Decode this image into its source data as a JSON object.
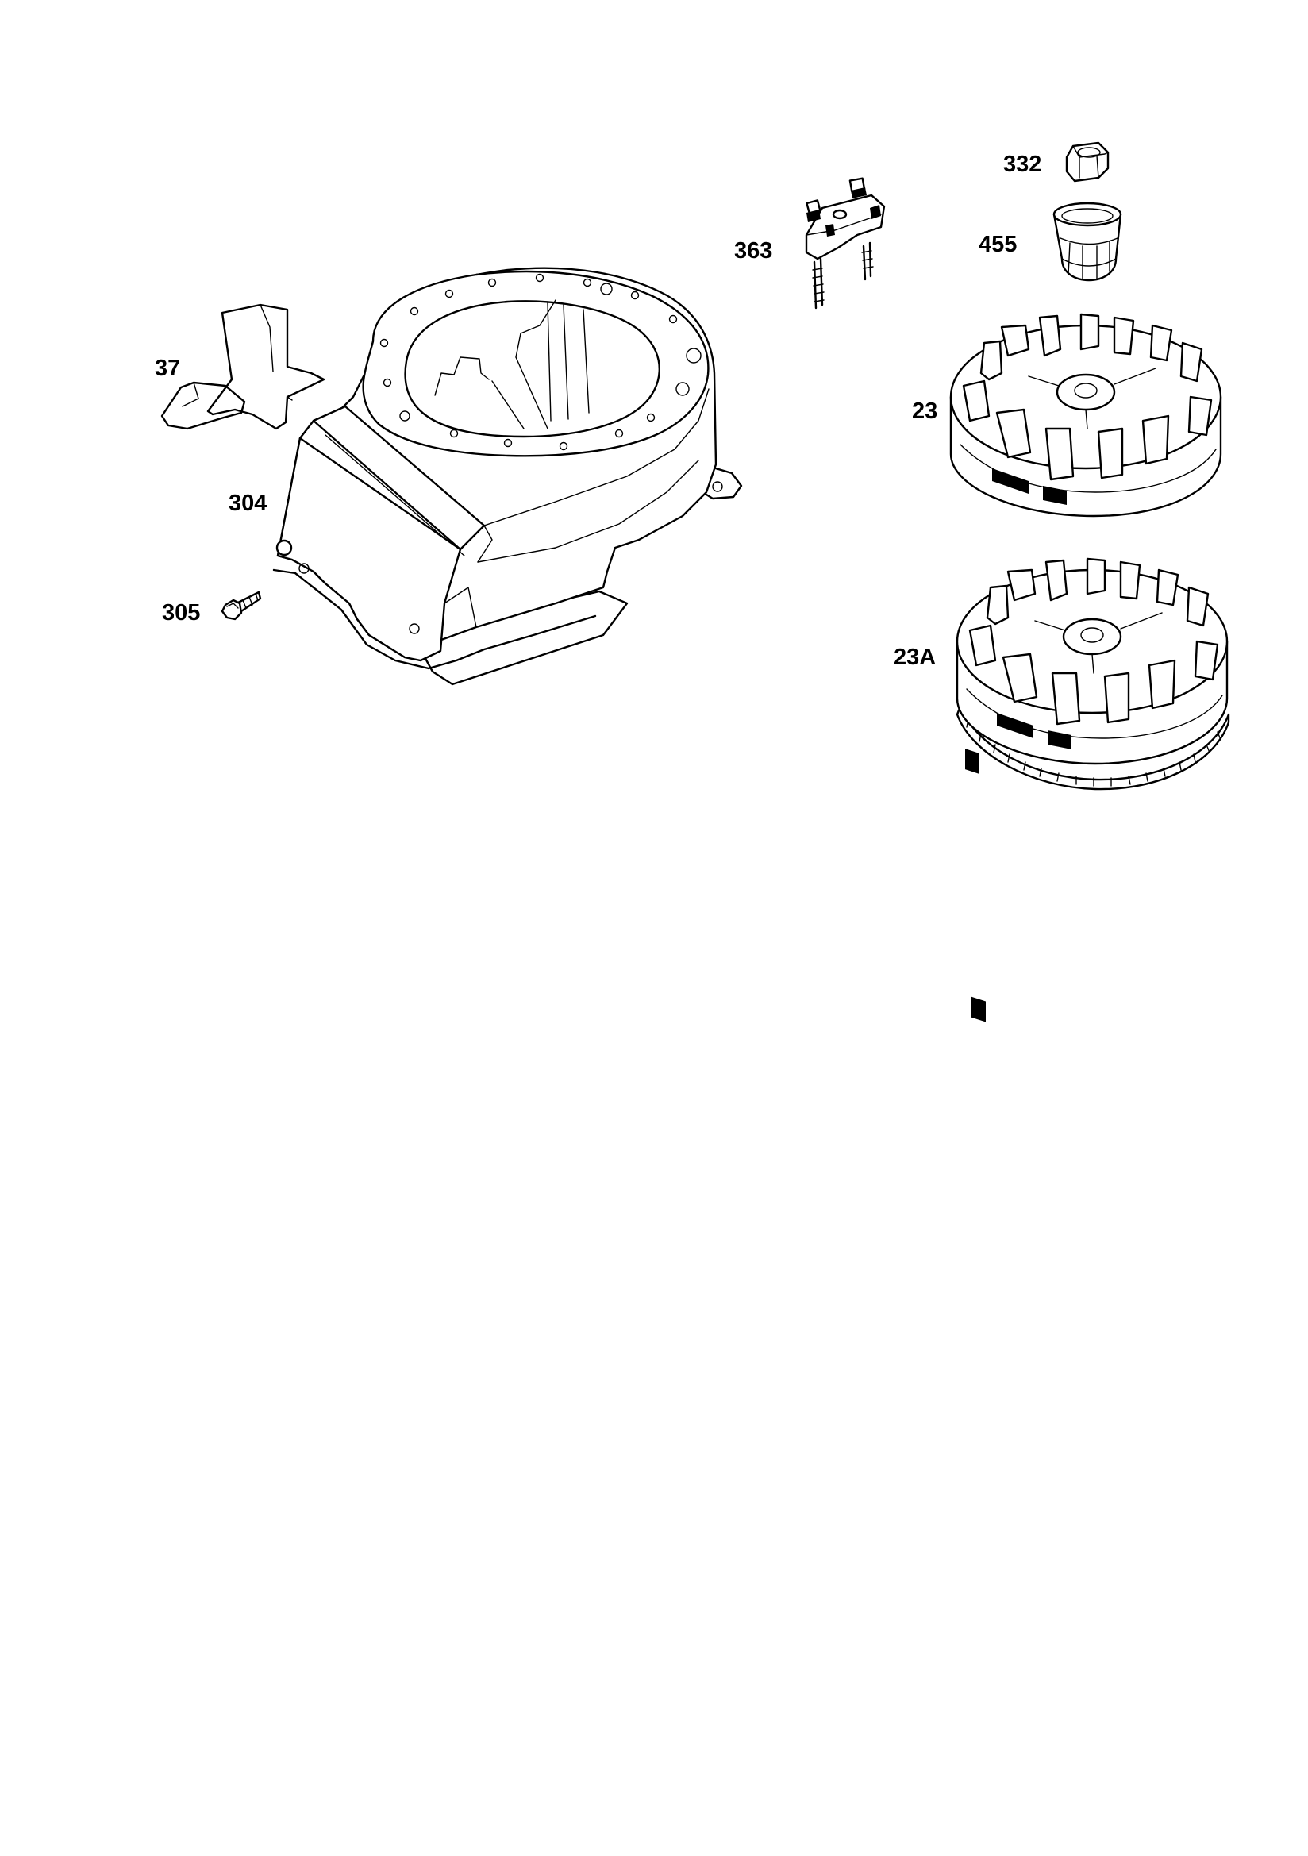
{
  "parts": [
    {
      "id": "p37",
      "callout": "37",
      "icon": "air-guide-icon"
    },
    {
      "id": "p304",
      "callout": "304",
      "icon": "blower-housing-icon"
    },
    {
      "id": "p305",
      "callout": "305",
      "icon": "screw-icon"
    },
    {
      "id": "p363",
      "callout": "363",
      "icon": "ignition-armature-bracket-icon"
    },
    {
      "id": "p332",
      "callout": "332",
      "icon": "hex-nut-icon"
    },
    {
      "id": "p455",
      "callout": "455",
      "icon": "starter-cup-icon"
    },
    {
      "id": "p23",
      "callout": "23",
      "icon": "flywheel-icon"
    },
    {
      "id": "p23A",
      "callout": "23A",
      "icon": "flywheel-ring-gear-icon"
    }
  ]
}
